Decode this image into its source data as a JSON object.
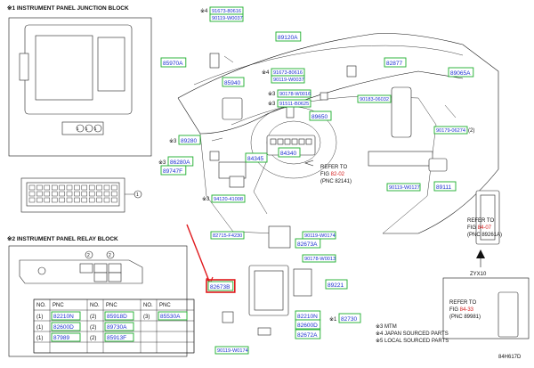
{
  "headings": {
    "junction_block": "※1 INSTRUMENT PANEL JUNCTION BLOCK",
    "relay_block": "※2 INSTRUMENT PANEL RELAY BLOCK",
    "zyx": "ZYX10"
  },
  "callout_numbers": {
    "c1": "1",
    "c2": "2",
    "c3": "2"
  },
  "refs": [
    {
      "id": "r1",
      "lines": [
        "REFER TO",
        "FIG ",
        " (PNC 82141)"
      ],
      "fig": "82-02"
    },
    {
      "id": "r2",
      "lines": [
        "REFER TO",
        "FIG ",
        " (PNC 89261A)"
      ],
      "fig": "84-07"
    },
    {
      "id": "r3",
      "lines": [
        "REFER TO",
        "FIG ",
        " (PNC 89981)"
      ],
      "fig": "84-33"
    }
  ],
  "labels": [
    {
      "id": "p91673a",
      "text": "91673-80616",
      "prefix": "※4"
    },
    {
      "id": "p90119a",
      "text": "90119-W0037",
      "prefix": ""
    },
    {
      "id": "p89120A",
      "text": "89120A",
      "prefix": ""
    },
    {
      "id": "p85970A",
      "text": "85970A",
      "prefix": ""
    },
    {
      "id": "p91673b",
      "text": "91673-80616",
      "prefix": "※4"
    },
    {
      "id": "p90119b",
      "text": "90119-W0037",
      "prefix": ""
    },
    {
      "id": "p82877",
      "text": "82877",
      "prefix": ""
    },
    {
      "id": "p89065A",
      "text": "89065A",
      "prefix": ""
    },
    {
      "id": "p85940",
      "text": "85940",
      "prefix": ""
    },
    {
      "id": "p90178",
      "text": "90178-W0016",
      "prefix": "※3"
    },
    {
      "id": "p90183",
      "text": "90183-06032",
      "prefix": ""
    },
    {
      "id": "p91511",
      "text": "91511-B0625",
      "prefix": "※3"
    },
    {
      "id": "p89650",
      "text": "89650",
      "prefix": ""
    },
    {
      "id": "p90179",
      "text": "90179-06274",
      "prefix": "",
      "suffix": "(2)"
    },
    {
      "id": "p89280",
      "text": "89280",
      "prefix": "※3"
    },
    {
      "id": "p84340",
      "text": "84340",
      "prefix": ""
    },
    {
      "id": "p84345",
      "text": "84345",
      "prefix": ""
    },
    {
      "id": "p86280A",
      "text": "86280A",
      "prefix": "※3"
    },
    {
      "id": "p89747F",
      "text": "89747F",
      "prefix": ""
    },
    {
      "id": "p94120",
      "text": "94120-41008",
      "prefix": "※3"
    },
    {
      "id": "p90119c",
      "text": "90119-W0127",
      "prefix": ""
    },
    {
      "id": "p89111",
      "text": "89111",
      "prefix": ""
    },
    {
      "id": "p82715",
      "text": "82715-F4230",
      "prefix": ""
    },
    {
      "id": "p90119d",
      "text": "90119-W0174",
      "prefix": ""
    },
    {
      "id": "p82673A",
      "text": "82673A",
      "prefix": ""
    },
    {
      "id": "p90178b",
      "text": "90178-W0013",
      "prefix": ""
    },
    {
      "id": "p89221",
      "text": "89221",
      "prefix": ""
    },
    {
      "id": "p82673B",
      "text": "82673B",
      "prefix": ""
    },
    {
      "id": "p82210N",
      "text": "82210N",
      "prefix": ""
    },
    {
      "id": "p82730",
      "text": "82730",
      "prefix": "※1"
    },
    {
      "id": "p82600D",
      "text": "82600D",
      "prefix": ""
    },
    {
      "id": "p82672A",
      "text": "82672A",
      "prefix": ""
    },
    {
      "id": "p90119e",
      "text": "90119-W0174",
      "prefix": ""
    }
  ],
  "table": {
    "headers": [
      "NO.",
      "PNC",
      "NO.",
      "PNC",
      "NO.",
      "PNC"
    ],
    "rows": [
      {
        "n1": "(1)",
        "p1": "82210N",
        "n2": "(2)",
        "p2": "85918D",
        "n3": "(3)",
        "p3": "85530A"
      },
      {
        "n1": "(1)",
        "p1": "82600D",
        "n2": "(2)",
        "p2": "89730A",
        "n3": "",
        "p3": ""
      },
      {
        "n1": "(1)",
        "p1": "87989",
        "n2": "(2)",
        "p2": "85913F",
        "n3": "",
        "p3": ""
      }
    ]
  },
  "legend": [
    "※3 MTM",
    "※4 JAPAN SOURCED PARTS",
    "※5 LOCAL SOURCED PARTS"
  ],
  "figure_code": "84H617D",
  "colors": {
    "pnc_text": "#1a2fd0",
    "pnc_box": "#1cae2c",
    "highlight": "#e0181c",
    "fig_ref": "#d41a1a"
  }
}
